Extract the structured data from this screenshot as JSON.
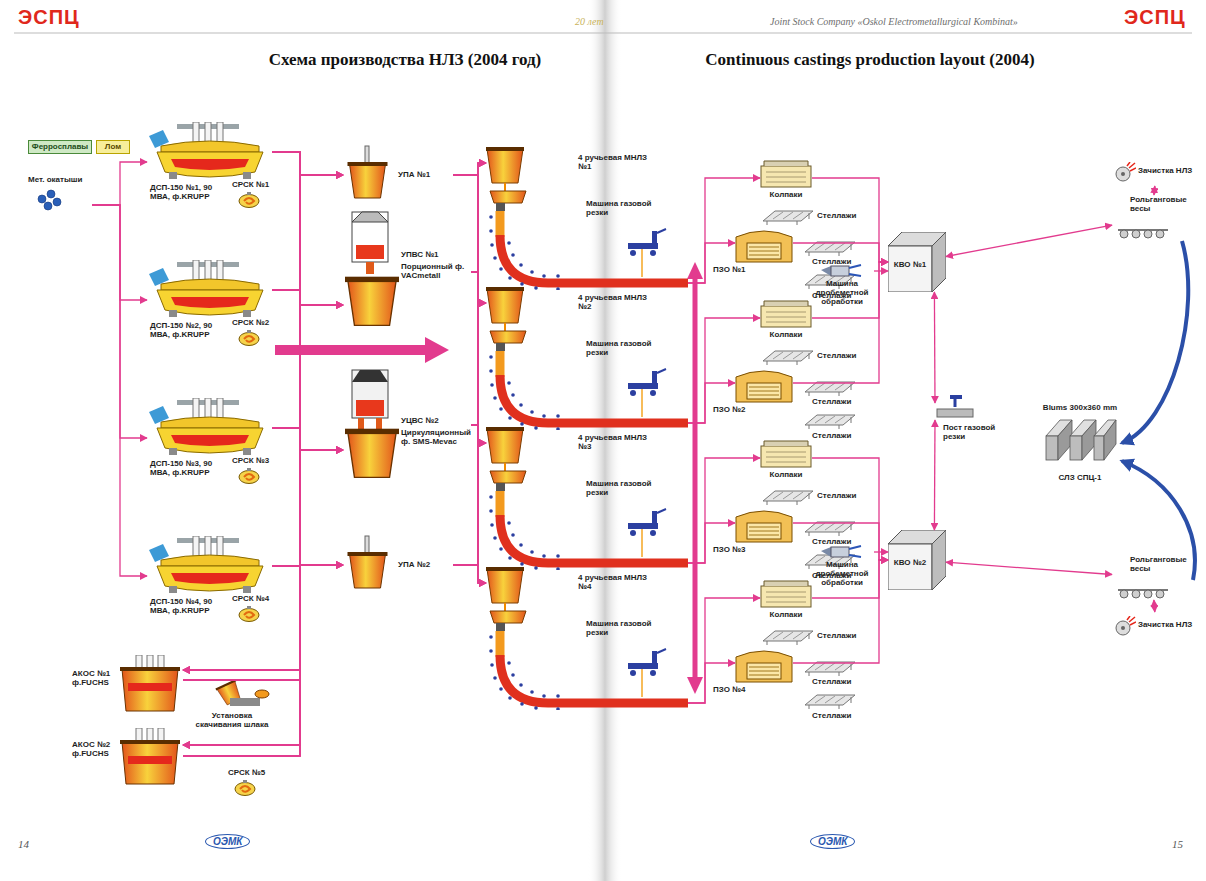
{
  "diagram": {
    "title": "Схема производства НЛЗ (2004 год)",
    "nodes": [
      {
        "text": [
          "Ферросплавы"
        ]
      },
      {
        "text": [
          "Лом"
        ]
      },
      {
        "text": [
          "Мет. окатыши"
        ]
      },
      {
        "text": [
          "ДСП-150 №1, 90 МВА, ф.KRUPP"
        ]
      },
      {
        "text": [
          "СРСК №1"
        ]
      },
      {
        "text": [
          "ДСП-150 №2, 90 МВА, ф.KRUPP"
        ]
      },
      {
        "text": [
          "СРСК №2"
        ]
      },
      {
        "text": [
          "ДСП-150 №3, 90 МВА, ф.KRUPP"
        ]
      },
      {
        "text": [
          "СРСК №3"
        ]
      },
      {
        "text": [
          "ДСП-150 №4, 90 МВА, ф.KRUPP"
        ]
      },
      {
        "text": [
          "СРСК №4"
        ]
      },
      {
        "text": [
          "АКОС №1 ф.FUCHS"
        ]
      },
      {
        "text": [
          "АКОС №2 ф.FUCHS"
        ]
      },
      {
        "text": [
          "Установка скачивания шлака"
        ]
      },
      {
        "text": [
          "СРСК №5"
        ]
      },
      {
        "text": [
          "УПА №1"
        ]
      },
      {
        "text": [
          "УПВС №1",
          "Порционный ф. VACmetall"
        ]
      },
      {
        "text": [
          "УЦВС №2",
          "Циркуляционный ф. SMS-Mevac"
        ]
      },
      {
        "text": [
          "УПА №2"
        ]
      },
      {
        "text": [
          "4 ручьевая МНЛЗ №1",
          "Машина газовой резки"
        ]
      },
      {
        "text": [
          "4 ручьевая МНЛЗ №2",
          "Машина газовой резки"
        ]
      },
      {
        "text": [
          "4 ручьевая МНЛЗ №3",
          "Машина газовой резки"
        ]
      },
      {
        "text": [
          "4 ручьевая МНЛЗ №4",
          "Машина газовой резки"
        ]
      },
      {
        "text": [
          "Колпаки"
        ]
      },
      {
        "text": [
          "ПЗО №1"
        ]
      },
      {
        "text": [
          "Колпаки"
        ]
      },
      {
        "text": [
          "ПЗО №2"
        ]
      },
      {
        "text": [
          "Колпаки"
        ]
      },
      {
        "text": [
          "ПЗО №3"
        ]
      },
      {
        "text": [
          "Колпаки"
        ]
      },
      {
        "text": [
          "ПЗО №4"
        ]
      },
      {
        "text": [
          "Машина дробеметной обработки"
        ]
      },
      {
        "text": [
          "КВО №1"
        ]
      },
      {
        "text": [
          "Зачистка НЛЗ"
        ]
      },
      {
        "text": [
          "Рольганговые весы"
        ]
      },
      {
        "text": [
          "Пост газовой резки"
        ]
      },
      {
        "text": [
          "Blums 300x360 mm",
          "СЛЗ СПЦ-1"
        ]
      },
      {
        "text": [
          "Машина дробеметной обработки"
        ]
      },
      {
        "text": [
          "КВО №2"
        ]
      },
      {
        "text": [
          "Рольганговые весы"
        ]
      },
      {
        "text": [
          "Зачистка НЛЗ"
        ]
      }
    ],
    "edges": [
      {
        "from": 2,
        "to": 3,
        "arrow": "to"
      },
      {
        "from": 2,
        "to": 5,
        "arrow": "to"
      },
      {
        "from": 2,
        "to": 7,
        "arrow": "to"
      },
      {
        "from": 2,
        "to": 9,
        "arrow": "to"
      },
      {
        "from": 3,
        "to": 15,
        "arrow": "to"
      },
      {
        "from": 3,
        "to": 16,
        "arrow": "to"
      },
      {
        "from": 3,
        "to": 17,
        "arrow": "to"
      },
      {
        "from": 3,
        "to": 18,
        "arrow": "to"
      },
      {
        "from": 5,
        "to": 15,
        "arrow": "to"
      },
      {
        "from": 5,
        "to": 16,
        "arrow": "to"
      },
      {
        "from": 5,
        "to": 17,
        "arrow": "to"
      },
      {
        "from": 5,
        "to": 18,
        "arrow": "to"
      },
      {
        "from": 7,
        "to": 15,
        "arrow": "to"
      },
      {
        "from": 7,
        "to": 16,
        "arrow": "to"
      },
      {
        "from": 7,
        "to": 17,
        "arrow": "to"
      },
      {
        "from": 7,
        "to": 18,
        "arrow": "to"
      },
      {
        "from": 9,
        "to": 15,
        "arrow": "to"
      },
      {
        "from": 9,
        "to": 16,
        "arrow": "to"
      },
      {
        "from": 9,
        "to": 17,
        "arrow": "to"
      },
      {
        "from": 9,
        "to": 18,
        "arrow": "to"
      },
      {
        "from": 3,
        "to": 11,
        "arrow": "to"
      },
      {
        "from": 3,
        "to": 12,
        "arrow": "to"
      },
      {
        "from": 5,
        "to": 11,
        "arrow": "to"
      },
      {
        "from": 5,
        "to": 12,
        "arrow": "to"
      },
      {
        "from": 7,
        "to": 11,
        "arrow": "to"
      },
      {
        "from": 7,
        "to": 12,
        "arrow": "to"
      },
      {
        "from": 9,
        "to": 11,
        "arrow": "to"
      },
      {
        "from": 9,
        "to": 12,
        "arrow": "to"
      },
      {
        "from": 11,
        "to": 15,
        "arrow": "to"
      },
      {
        "from": 11,
        "to": 16,
        "arrow": "to"
      },
      {
        "from": 11,
        "to": 17,
        "arrow": "to"
      },
      {
        "from": 11,
        "to": 18,
        "arrow": "to"
      },
      {
        "from": 12,
        "to": 15,
        "arrow": "to"
      },
      {
        "from": 12,
        "to": 16,
        "arrow": "to"
      },
      {
        "from": 12,
        "to": 17,
        "arrow": "to"
      },
      {
        "from": 12,
        "to": 18,
        "arrow": "to"
      },
      {
        "from": 15,
        "to": 19,
        "arrow": "to"
      },
      {
        "from": 15,
        "to": 20,
        "arrow": "to"
      },
      {
        "from": 15,
        "to": 21,
        "arrow": "to"
      },
      {
        "from": 15,
        "to": 22,
        "arrow": "to"
      },
      {
        "from": 16,
        "to": 19,
        "arrow": "to"
      },
      {
        "from": 16,
        "to": 20,
        "arrow": "to"
      },
      {
        "from": 16,
        "to": 21,
        "arrow": "to"
      },
      {
        "from": 16,
        "to": 22,
        "arrow": "to"
      },
      {
        "from": 17,
        "to": 19,
        "arrow": "to"
      },
      {
        "from": 17,
        "to": 20,
        "arrow": "to"
      },
      {
        "from": 17,
        "to": 21,
        "arrow": "to"
      },
      {
        "from": 17,
        "to": 22,
        "arrow": "to"
      },
      {
        "from": 18,
        "to": 19,
        "arrow": "to"
      },
      {
        "from": 18,
        "to": 20,
        "arrow": "to"
      },
      {
        "from": 18,
        "to": 21,
        "arrow": "to"
      },
      {
        "from": 18,
        "to": 22,
        "arrow": "to"
      },
      {
        "from": 19,
        "to": 23,
        "arrow": "to"
      },
      {
        "from": 19,
        "to": 24,
        "arrow": "to"
      },
      {
        "from": 20,
        "to": 25,
        "arrow": "to"
      },
      {
        "from": 20,
        "to": 26,
        "arrow": "to"
      },
      {
        "from": 21,
        "to": 27,
        "arrow": "to"
      },
      {
        "from": 21,
        "to": 28,
        "arrow": "to"
      },
      {
        "from": 22,
        "to": 29,
        "arrow": "to"
      },
      {
        "from": 22,
        "to": 30,
        "arrow": "to"
      },
      {
        "from": 23,
        "to": 32,
        "arrow": "to"
      },
      {
        "from": 24,
        "to": 32,
        "arrow": "to"
      },
      {
        "from": 25,
        "to": 32,
        "arrow": "to"
      },
      {
        "from": 26,
        "to": 32,
        "arrow": "to"
      },
      {
        "from": 27,
        "to": 38,
        "arrow": "to"
      },
      {
        "from": 28,
        "to": 38,
        "arrow": "to"
      },
      {
        "from": 29,
        "to": 38,
        "arrow": "to"
      },
      {
        "from": 30,
        "to": 38,
        "arrow": "to"
      },
      {
        "from": 31,
        "to": 32,
        "arrow": "to"
      },
      {
        "from": 37,
        "to": 38,
        "arrow": "to"
      },
      {
        "from": 32,
        "to": 34,
        "arrow": "both"
      },
      {
        "from": 33,
        "to": 34,
        "arrow": "both"
      },
      {
        "from": 32,
        "to": 35,
        "arrow": "both"
      },
      {
        "from": 38,
        "to": 35,
        "arrow": "both"
      },
      {
        "from": 38,
        "to": 39,
        "arrow": "both"
      },
      {
        "from": 40,
        "to": 39,
        "arrow": "both"
      },
      {
        "from": 34,
        "to": 36,
        "arrow": "to"
      },
      {
        "from": 39,
        "to": 36,
        "arrow": "to"
      }
    ],
    "labels": [
      "ЭСПЦ",
      "20 лет",
      "Joint Stock Company «Oskol Electrometallurgical Kombinat»",
      "ЭСПЦ",
      "Continuous castings production layout (2004)",
      "Стеллажи",
      "Стеллажи",
      "Стеллажи",
      "Стеллажи",
      "Стеллажи",
      "Стеллажи",
      "Стеллажи",
      "Стеллажи",
      "Стеллажи",
      "Стеллажи",
      "Стеллажи",
      "Стеллажи",
      "14",
      "ОЭМК",
      "ОЭМК",
      "15"
    ]
  }
}
